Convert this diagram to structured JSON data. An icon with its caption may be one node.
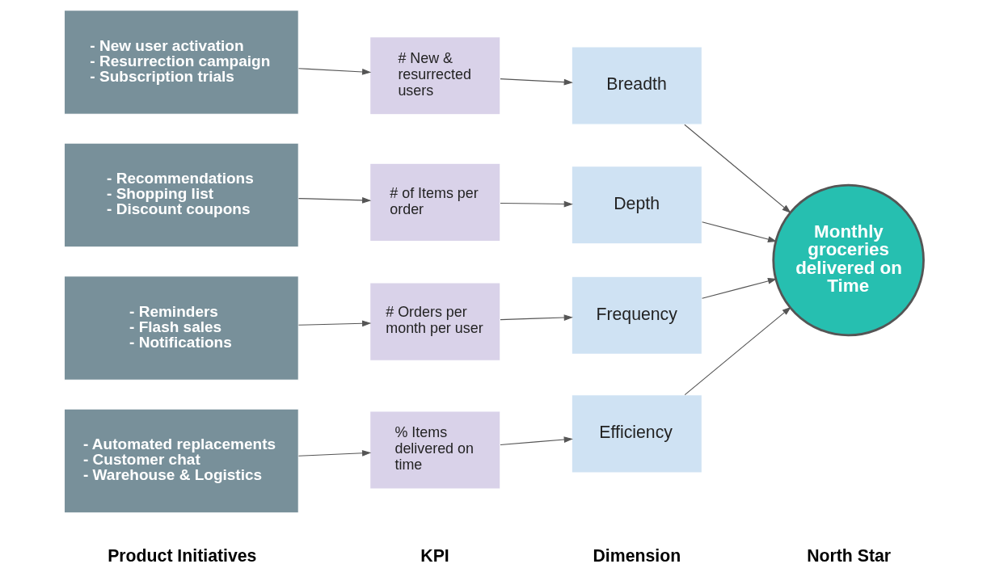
{
  "diagram": {
    "nodes": [
      {
        "text": [
          "- New user activation",
          "- Resurrection campaign",
          "- Subscription trials"
        ]
      },
      {
        "text": [
          "- Recommendations",
          "- Shopping list",
          "- Discount coupons"
        ]
      },
      {
        "text": [
          "- Reminders",
          "- Flash sales",
          "- Notifications"
        ]
      },
      {
        "text": [
          "- Automated replacements",
          "- Customer chat",
          "- Warehouse & Logistics"
        ]
      },
      {
        "text": [
          "# New & resurrected users"
        ]
      },
      {
        "text": [
          "# of Items per order"
        ]
      },
      {
        "text": [
          "# Orders per month per user"
        ]
      },
      {
        "text": [
          "% Items delivered on time"
        ]
      },
      {
        "text": [
          "Breadth"
        ]
      },
      {
        "text": [
          "Depth"
        ]
      },
      {
        "text": [
          "Frequency"
        ]
      },
      {
        "text": [
          "Efficiency"
        ]
      },
      {
        "text": [
          "Monthly groceries delivered on Time"
        ]
      }
    ],
    "edges": [
      {
        "from": 0,
        "to": 4,
        "arrow": "to"
      },
      {
        "from": 1,
        "to": 5,
        "arrow": "to"
      },
      {
        "from": 2,
        "to": 6,
        "arrow": "to"
      },
      {
        "from": 3,
        "to": 7,
        "arrow": "to"
      },
      {
        "from": 4,
        "to": 8,
        "arrow": "to"
      },
      {
        "from": 5,
        "to": 9,
        "arrow": "to"
      },
      {
        "from": 6,
        "to": 10,
        "arrow": "to"
      },
      {
        "from": 7,
        "to": 11,
        "arrow": "to"
      },
      {
        "from": 8,
        "to": 12,
        "arrow": "to"
      },
      {
        "from": 9,
        "to": 12,
        "arrow": "to"
      },
      {
        "from": 10,
        "to": 12,
        "arrow": "to"
      },
      {
        "from": 11,
        "to": 12,
        "arrow": "to"
      }
    ],
    "labels": [
      "Product Initiatives",
      "KPI",
      "Dimension",
      "North Star"
    ]
  }
}
